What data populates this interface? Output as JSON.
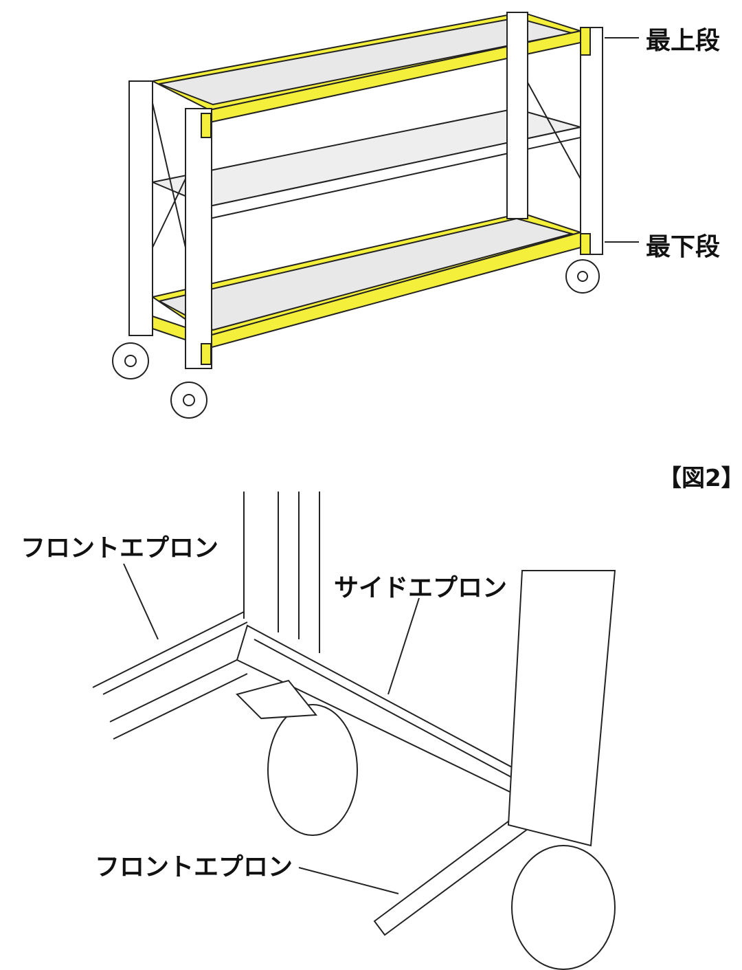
{
  "figure1": {
    "labels": {
      "top_shelf": "最上段",
      "bottom_shelf": "最下段"
    },
    "highlight_color": "#f3ef3a"
  },
  "figure2": {
    "title": "【図2】",
    "labels": {
      "front_apron_upper": "フロントエプロン",
      "side_apron": "サイドエプロン",
      "front_apron_lower": "フロントエプロン"
    }
  }
}
